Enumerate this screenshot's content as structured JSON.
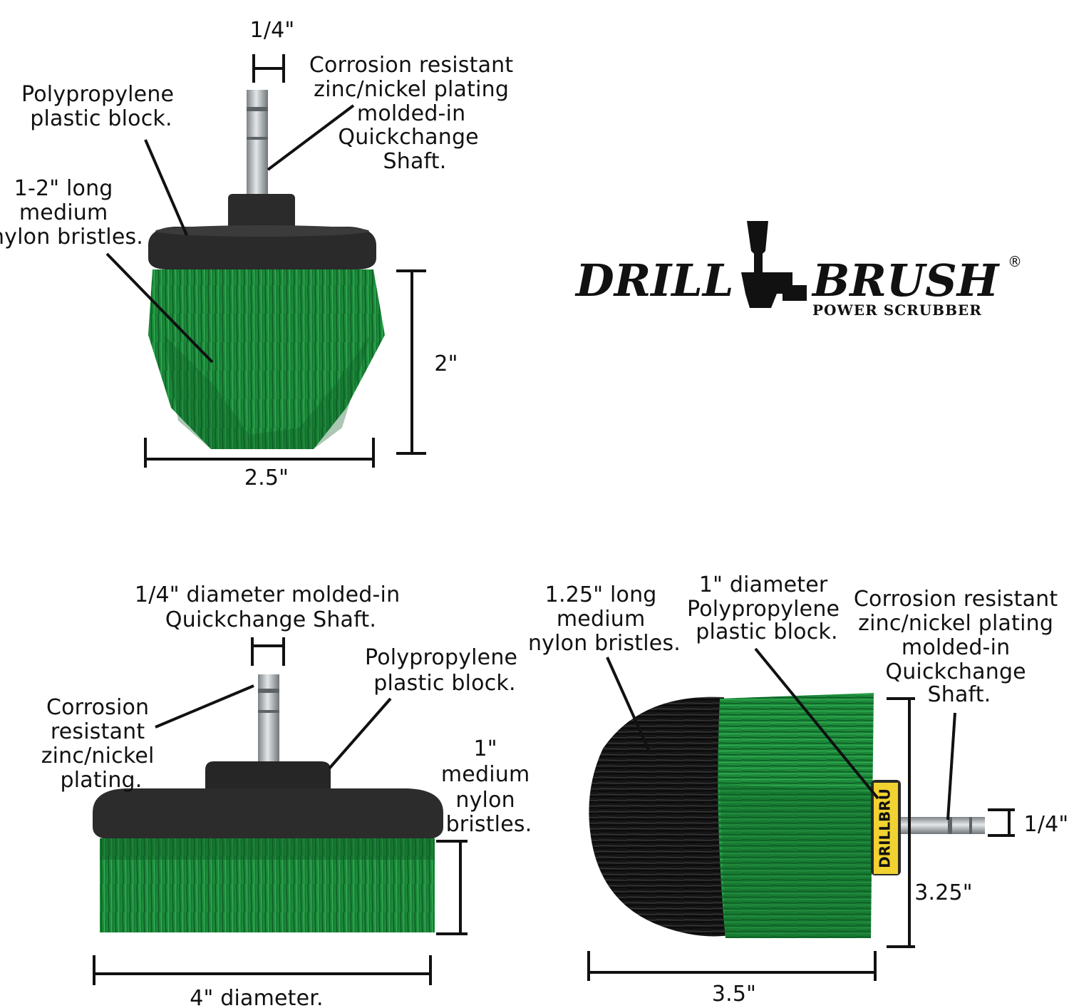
{
  "logo": {
    "word_left": "DRILL",
    "word_right": "BRUSH",
    "tagline": "POWER SCRUBBER",
    "registered": "®",
    "brand_label": "DRILLBRU"
  },
  "colors": {
    "bristle_green": "#1f8a3c",
    "bristle_dark_green": "#0f5e26",
    "block_black": "#2a2a2a",
    "black_bristle": "#151515",
    "shaft_silver": "#b9bec2",
    "label_yellow": "#f2d230"
  },
  "brush_top": {
    "shaft_width": "1/4\"",
    "shaft_note": [
      "Corrosion resistant",
      "zinc/nickel plating",
      "molded-in",
      "Quickchange",
      "Shaft."
    ],
    "block_note": [
      "Polypropylene",
      "plastic block."
    ],
    "bristle_note": [
      "1-2\" long",
      "medium",
      "nylon bristles."
    ],
    "height": "2\"",
    "width": "2.5\""
  },
  "brush_bottom_left": {
    "shaft_note": [
      "1/4\" diameter molded-in",
      "Quickchange Shaft."
    ],
    "plating_note": [
      "Corrosion",
      "resistant",
      "zinc/nickel",
      "plating."
    ],
    "block_note": [
      "Polypropylene",
      "plastic block."
    ],
    "bristle_note": [
      "1\"",
      "medium",
      "nylon",
      "bristles."
    ],
    "diameter": "4\" diameter."
  },
  "brush_bottom_right": {
    "bristle_note": [
      "1.25\" long",
      "medium",
      "nylon bristles."
    ],
    "block_note": [
      "1\" diameter",
      "Polypropylene",
      "plastic block."
    ],
    "shaft_note": [
      "Corrosion resistant",
      "zinc/nickel plating",
      "molded-in",
      "Quickchange",
      "Shaft."
    ],
    "shaft_width": "1/4\"",
    "height": "3.25\"",
    "length": "3.5\""
  }
}
